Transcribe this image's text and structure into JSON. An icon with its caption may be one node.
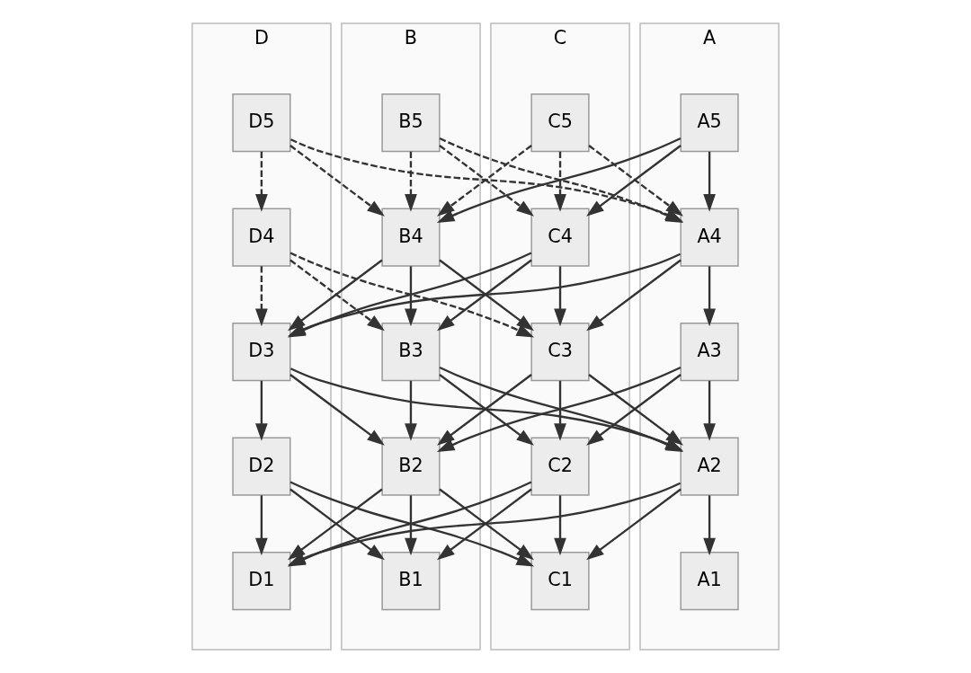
{
  "diagram": {
    "nodes": [
      {
        "text": [
          "D"
        ]
      },
      {
        "text": [
          "D5"
        ],
        "in": 0
      },
      {
        "text": [
          "D4"
        ],
        "in": 0
      },
      {
        "text": [
          "D3"
        ],
        "in": 0
      },
      {
        "text": [
          "D2"
        ],
        "in": 0
      },
      {
        "text": [
          "D1"
        ],
        "in": 0
      },
      {
        "text": [
          "C"
        ]
      },
      {
        "text": [
          "C5"
        ],
        "in": 6
      },
      {
        "text": [
          "C4"
        ],
        "in": 6
      },
      {
        "text": [
          "C3"
        ],
        "in": 6
      },
      {
        "text": [
          "C2"
        ],
        "in": 6
      },
      {
        "text": [
          "C1"
        ],
        "in": 6
      },
      {
        "text": [
          "B"
        ]
      },
      {
        "text": [
          "B5"
        ],
        "in": 12
      },
      {
        "text": [
          "B4"
        ],
        "in": 12
      },
      {
        "text": [
          "B3"
        ],
        "in": 12
      },
      {
        "text": [
          "B2"
        ],
        "in": 12
      },
      {
        "text": [
          "B1"
        ],
        "in": 12
      },
      {
        "text": [
          "A"
        ]
      },
      {
        "text": [
          "A5"
        ],
        "in": 18
      },
      {
        "text": [
          "A4"
        ],
        "in": 18
      },
      {
        "text": [
          "A3"
        ],
        "in": 18
      },
      {
        "text": [
          "A2"
        ],
        "in": 18
      },
      {
        "text": [
          "A1"
        ],
        "in": 18
      }
    ],
    "edges": [
      {
        "from": 1,
        "to": 2,
        "arrow": "to",
        "style": "dashed"
      },
      {
        "from": 1,
        "to": 14,
        "arrow": "to",
        "style": "dashed"
      },
      {
        "from": 1,
        "to": 20,
        "arrow": "to",
        "style": "dashed"
      },
      {
        "from": 7,
        "to": 8,
        "arrow": "to",
        "style": "dashed"
      },
      {
        "from": 7,
        "to": 14,
        "arrow": "to",
        "style": "dashed"
      },
      {
        "from": 7,
        "to": 20,
        "arrow": "to",
        "style": "dashed"
      },
      {
        "from": 13,
        "to": 8,
        "arrow": "to",
        "style": "dashed"
      },
      {
        "from": 13,
        "to": 14,
        "arrow": "to",
        "style": "dashed"
      },
      {
        "from": 13,
        "to": 20,
        "arrow": "to",
        "style": "dashed"
      },
      {
        "from": 19,
        "to": 8,
        "arrow": "to"
      },
      {
        "from": 19,
        "to": 14,
        "arrow": "to"
      },
      {
        "from": 19,
        "to": 20,
        "arrow": "to"
      },
      {
        "from": 2,
        "to": 3,
        "arrow": "to",
        "style": "dashed"
      },
      {
        "from": 2,
        "to": 9,
        "arrow": "to",
        "style": "dashed"
      },
      {
        "from": 2,
        "to": 15,
        "arrow": "to",
        "style": "dashed"
      },
      {
        "from": 8,
        "to": 3,
        "arrow": "to"
      },
      {
        "from": 8,
        "to": 9,
        "arrow": "to"
      },
      {
        "from": 8,
        "to": 15,
        "arrow": "to"
      },
      {
        "from": 14,
        "to": 3,
        "arrow": "to"
      },
      {
        "from": 14,
        "to": 9,
        "arrow": "to"
      },
      {
        "from": 14,
        "to": 15,
        "arrow": "to"
      },
      {
        "from": 20,
        "to": 3,
        "arrow": "to"
      },
      {
        "from": 20,
        "to": 9,
        "arrow": "to"
      },
      {
        "from": 20,
        "to": 21,
        "arrow": "to"
      },
      {
        "from": 3,
        "to": 4,
        "arrow": "to"
      },
      {
        "from": 3,
        "to": 16,
        "arrow": "to"
      },
      {
        "from": 3,
        "to": 22,
        "arrow": "to"
      },
      {
        "from": 9,
        "to": 10,
        "arrow": "to"
      },
      {
        "from": 9,
        "to": 16,
        "arrow": "to"
      },
      {
        "from": 9,
        "to": 22,
        "arrow": "to"
      },
      {
        "from": 15,
        "to": 10,
        "arrow": "to"
      },
      {
        "from": 15,
        "to": 16,
        "arrow": "to"
      },
      {
        "from": 15,
        "to": 22,
        "arrow": "to"
      },
      {
        "from": 21,
        "to": 10,
        "arrow": "to"
      },
      {
        "from": 21,
        "to": 16,
        "arrow": "to"
      },
      {
        "from": 21,
        "to": 22,
        "arrow": "to"
      },
      {
        "from": 4,
        "to": 5,
        "arrow": "to"
      },
      {
        "from": 4,
        "to": 11,
        "arrow": "to"
      },
      {
        "from": 4,
        "to": 17,
        "arrow": "to"
      },
      {
        "from": 10,
        "to": 5,
        "arrow": "to"
      },
      {
        "from": 10,
        "to": 11,
        "arrow": "to"
      },
      {
        "from": 10,
        "to": 17,
        "arrow": "to"
      },
      {
        "from": 16,
        "to": 5,
        "arrow": "to"
      },
      {
        "from": 16,
        "to": 11,
        "arrow": "to"
      },
      {
        "from": 16,
        "to": 17,
        "arrow": "to"
      },
      {
        "from": 22,
        "to": 5,
        "arrow": "to"
      },
      {
        "from": 22,
        "to": 11,
        "arrow": "to"
      },
      {
        "from": 22,
        "to": 23,
        "arrow": "to"
      }
    ]
  }
}
